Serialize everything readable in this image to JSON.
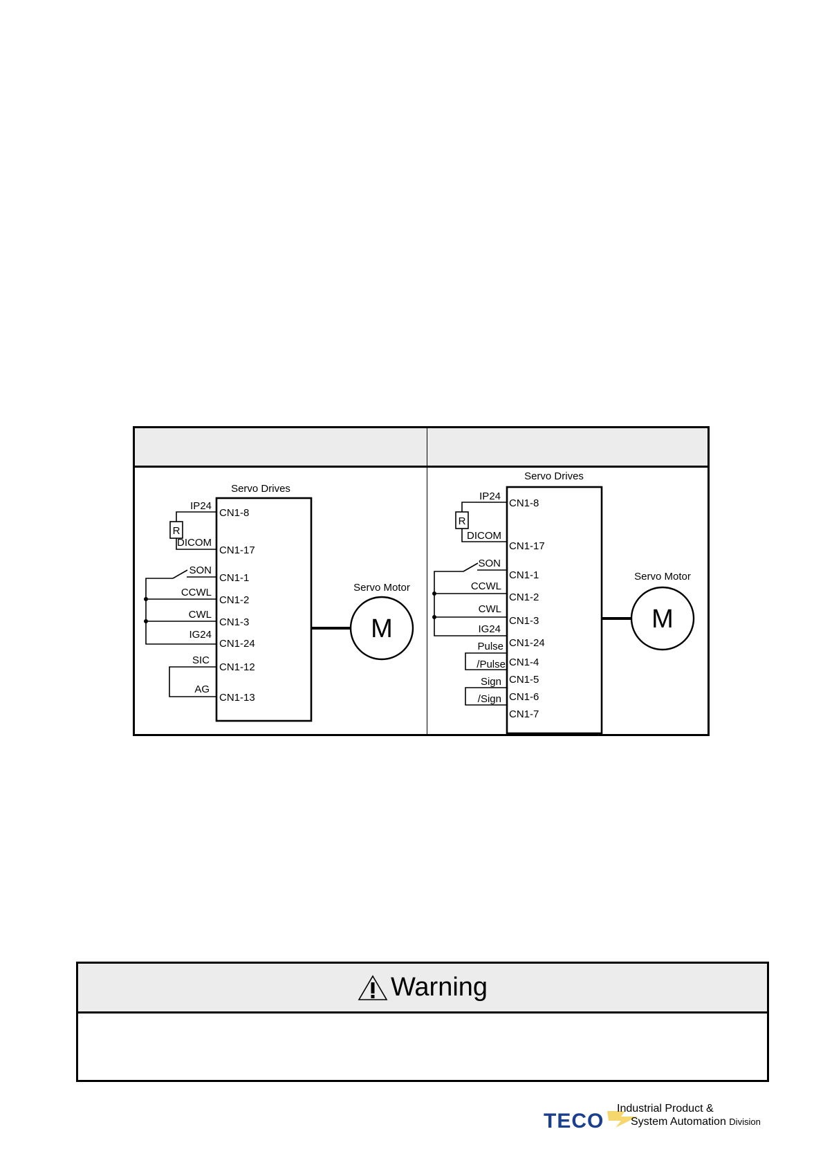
{
  "table": {
    "left_header": "",
    "right_header": ""
  },
  "left_diagram": {
    "drive_title": "Servo Drives",
    "motor_title": "Servo Motor",
    "motor_letter": "M",
    "resistor": "R",
    "signals": [
      "IP24",
      "DICOM",
      "SON",
      "CCWL",
      "CWL",
      "IG24",
      "SIC",
      "AG"
    ],
    "pins": [
      "CN1-8",
      "CN1-17",
      "CN1-1",
      "CN1-2",
      "CN1-3",
      "CN1-24",
      "CN1-12",
      "CN1-13"
    ]
  },
  "right_diagram": {
    "drive_title": "Servo Drives",
    "motor_title": "Servo Motor",
    "motor_letter": "M",
    "resistor": "R",
    "signals": [
      "IP24",
      "DICOM",
      "SON",
      "CCWL",
      "CWL",
      "IG24",
      "Pulse",
      "/Pulse",
      "Sign",
      "/Sign"
    ],
    "pins": [
      "CN1-8",
      "CN1-17",
      "CN1-1",
      "CN1-2",
      "CN1-3",
      "CN1-24",
      "CN1-4",
      "CN1-5",
      "CN1-6",
      "CN1-7"
    ]
  },
  "warning": {
    "title": "Warning",
    "body": ""
  },
  "footer": {
    "brand": "TECO",
    "division_line1": "Industrial Product &",
    "division_line2": "System Automation",
    "division_line2_small": "Division"
  }
}
